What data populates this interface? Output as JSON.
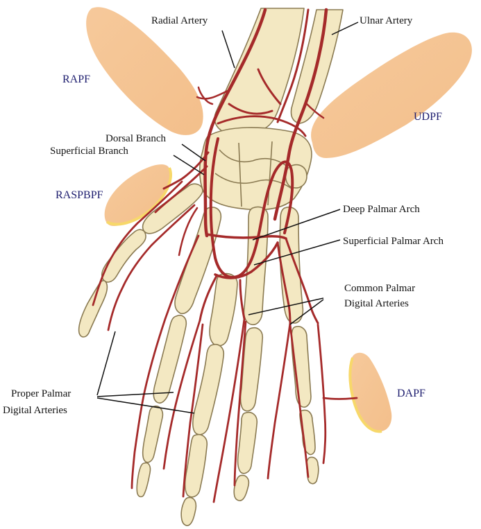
{
  "colors": {
    "bone_fill": "#f3e8c2",
    "bone_stroke": "#8a7a52",
    "artery": "#a52a2a",
    "flap_fill": "#f6c99b",
    "flap_edge": "#f7d86a",
    "flap_label": "#1c1c6e",
    "leader": "#111111"
  },
  "labels": {
    "radial_artery": "Radial Artery",
    "ulnar_artery": "Ulnar Artery",
    "dorsal_branch": "Dorsal Branch",
    "superficial_branch": "Superficial Branch",
    "deep_palmar_arch": "Deep Palmar Arch",
    "superficial_palmar_arch": "Superficial Palmar Arch",
    "common_palmar_line1": "Common Palmar",
    "common_palmar_line2": "Digital Arteries",
    "proper_palmar_line1": "Proper Palmar",
    "proper_palmar_line2": "Digital Arteries"
  },
  "flaps": {
    "rapf": "RAPF",
    "udpf": "UDPF",
    "raspbpf": "RASPBPF",
    "dapf": "DAPF"
  }
}
